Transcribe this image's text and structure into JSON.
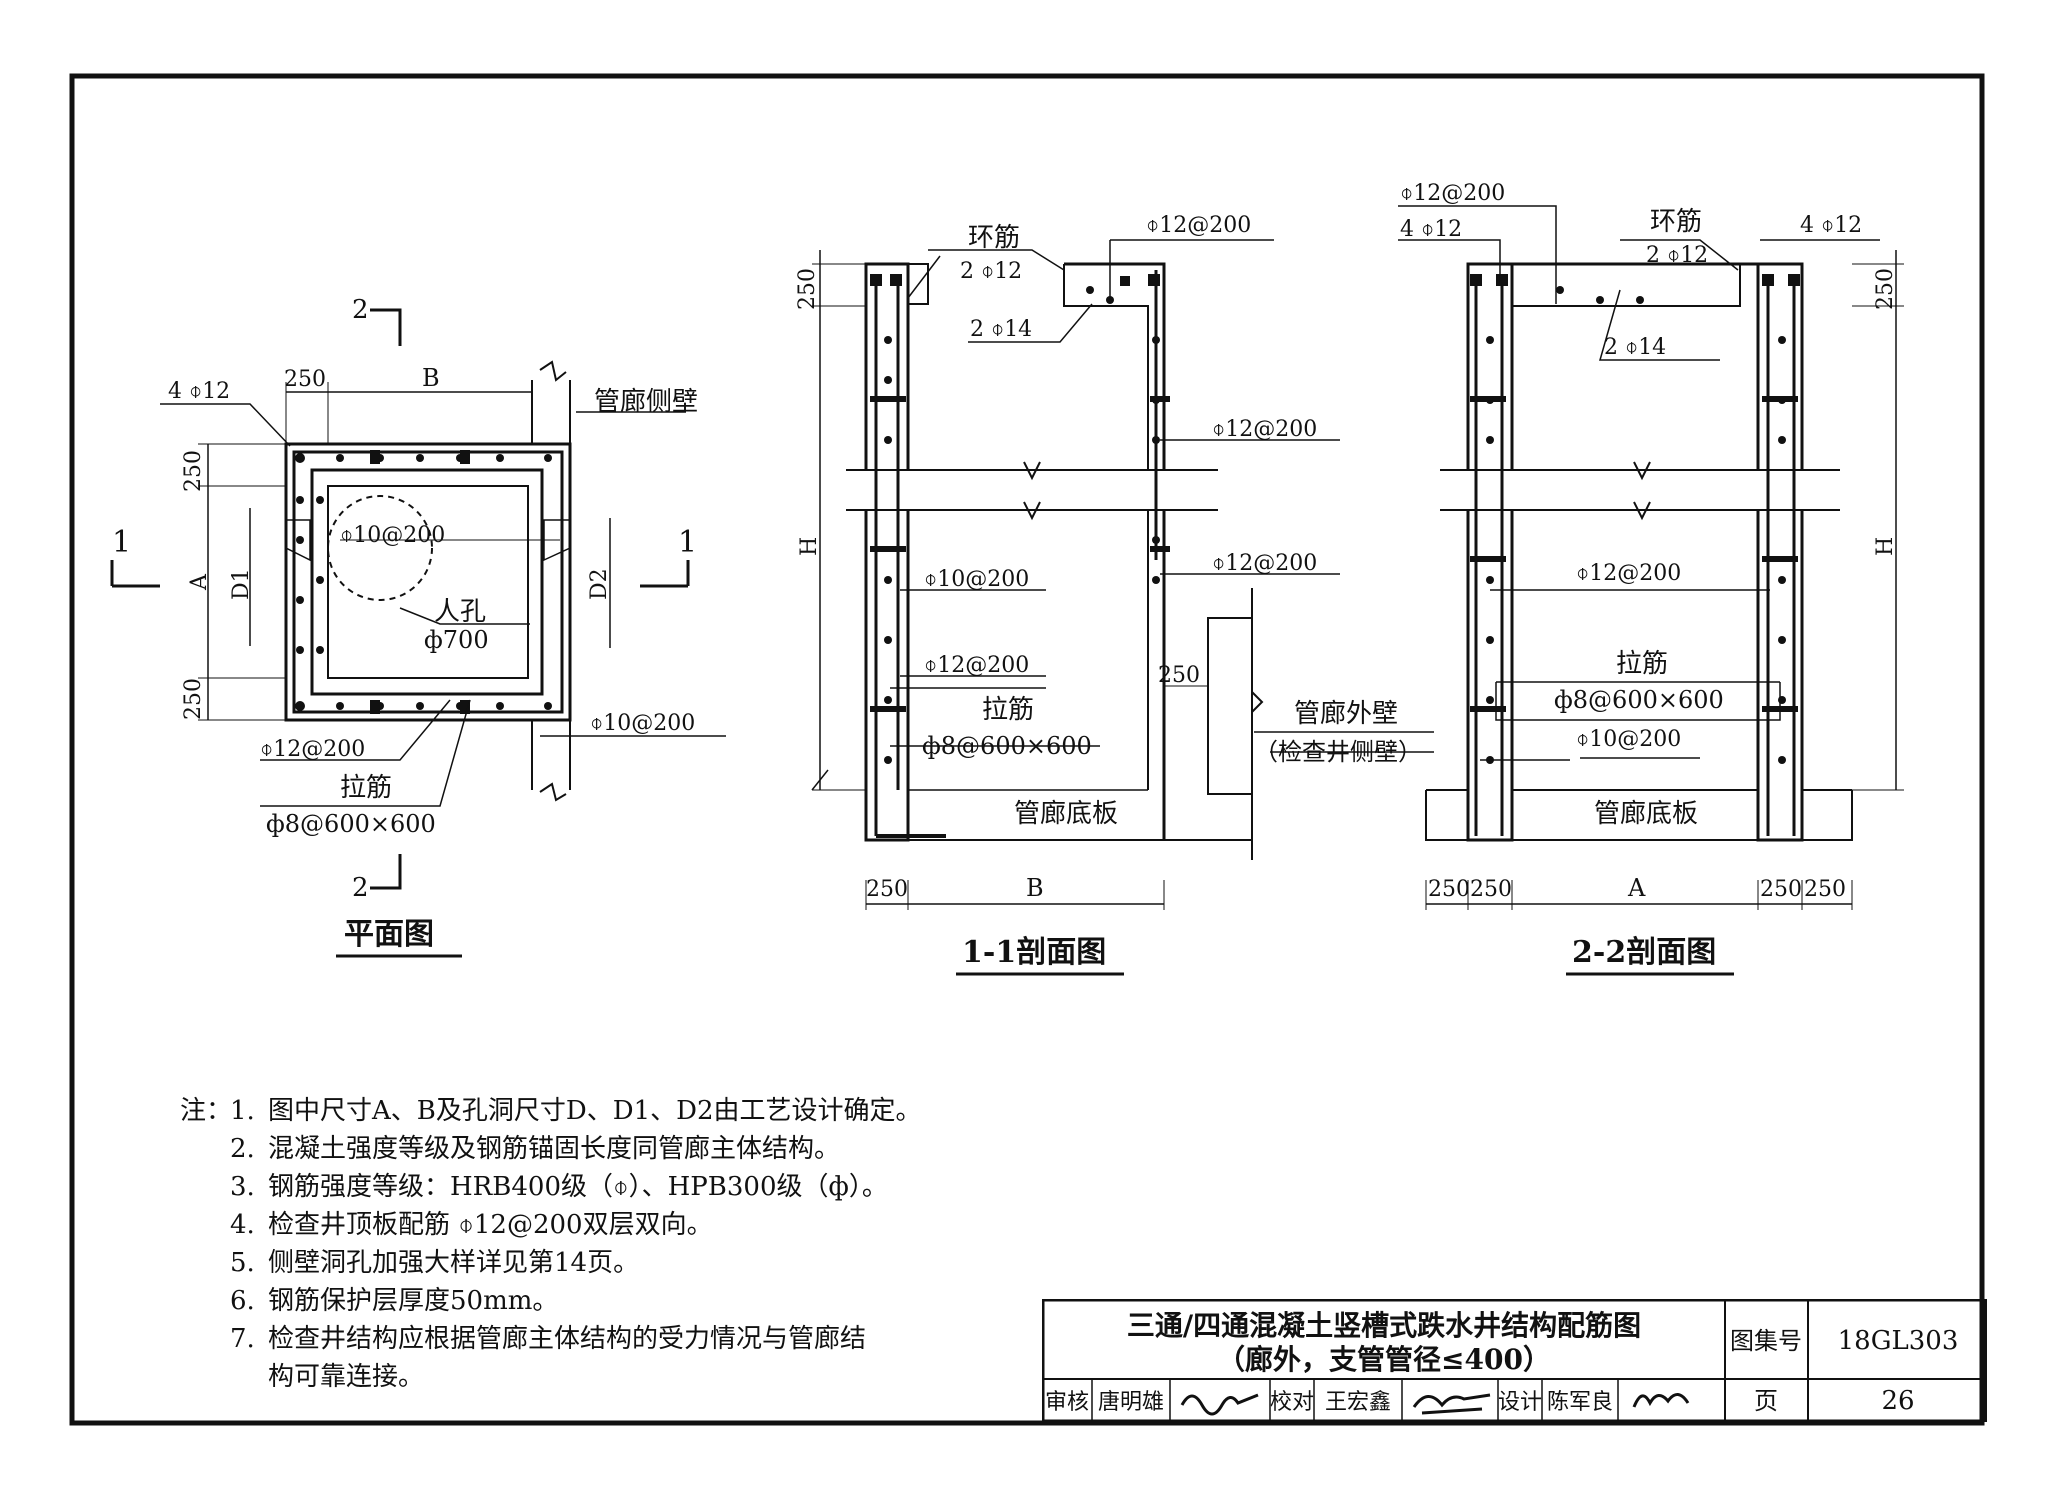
{
  "plan": {
    "title": "平面图",
    "section_mark_1": "1",
    "section_mark_2": "2",
    "dim_250": "250",
    "dim_B": "B",
    "dim_A": "A",
    "dim_D1": "D1",
    "dim_D2": "D2",
    "rebar_4_12": "4 ⌽12",
    "rebar_10_200": "⌽10@200",
    "rebar_12_200": "⌽12@200",
    "manhole_label": "人孔",
    "manhole_dia": "ф700",
    "gallery_side_wall": "管廊侧壁",
    "tie_bar": "拉筋",
    "tie_spec": "ф8@600×600"
  },
  "sec11": {
    "title": "1-1剖面图",
    "ring_bar": "环筋",
    "ring_2_12": "2 ⌽12",
    "bar_2_14": "2 ⌽14",
    "bar_12_200": "⌽12@200",
    "bar_10_200": "⌽10@200",
    "dim_250": "250",
    "dim_H": "H",
    "dim_B": "B",
    "tie_bar": "拉筋",
    "tie_spec": "ф8@600×600",
    "outer_wall": "管廊外壁",
    "outer_wall_sub": "（检查井侧壁）",
    "base_slab": "管廊底板"
  },
  "sec22": {
    "title": "2-2剖面图",
    "bar_12_200": "⌽12@200",
    "bar_4_12": "4 ⌽12",
    "ring_bar": "环筋",
    "ring_2_12": "2 ⌽12",
    "bar_2_14": "2 ⌽14",
    "dim_250": "250",
    "dim_H": "H",
    "dim_A": "A",
    "tie_bar": "拉筋",
    "tie_spec": "ф8@600×600",
    "bar_10_200": "⌽10@200",
    "base_slab": "管廊底板"
  },
  "notes": {
    "lead": "注：",
    "items": [
      {
        "num": "1.",
        "text": "图中尺寸A、B及孔洞尺寸D、D1、D2由工艺设计确定。"
      },
      {
        "num": "2.",
        "text": "混凝土强度等级及钢筋锚固长度同管廊主体结构。"
      },
      {
        "num": "3.",
        "text": "钢筋强度等级：HRB400级（⌽）、HPB300级（ф）。"
      },
      {
        "num": "4.",
        "text": "检查井顶板配筋 ⌽12@200双层双向。"
      },
      {
        "num": "5.",
        "text": "侧壁洞孔加强大样详见第14页。"
      },
      {
        "num": "6.",
        "text": "钢筋保护层厚度50mm。"
      },
      {
        "num": "7.",
        "text": "检查井结构应根据管廊主体结构的受力情况与管廊结"
      },
      {
        "num": "",
        "text": "构可靠连接。"
      }
    ]
  },
  "title_block": {
    "title_line1": "三通/四通混凝土竖槽式跌水井结构配筋图",
    "title_line2": "（廊外，支管管径≤400）",
    "atlas_label": "图集号",
    "atlas_no": "18GL303",
    "page_label": "页",
    "page_no": "26",
    "review_label": "审核",
    "reviewer": "唐明雄",
    "check_label": "校对",
    "checker": "王宏鑫",
    "design_label": "设计",
    "designer": "陈军良"
  }
}
